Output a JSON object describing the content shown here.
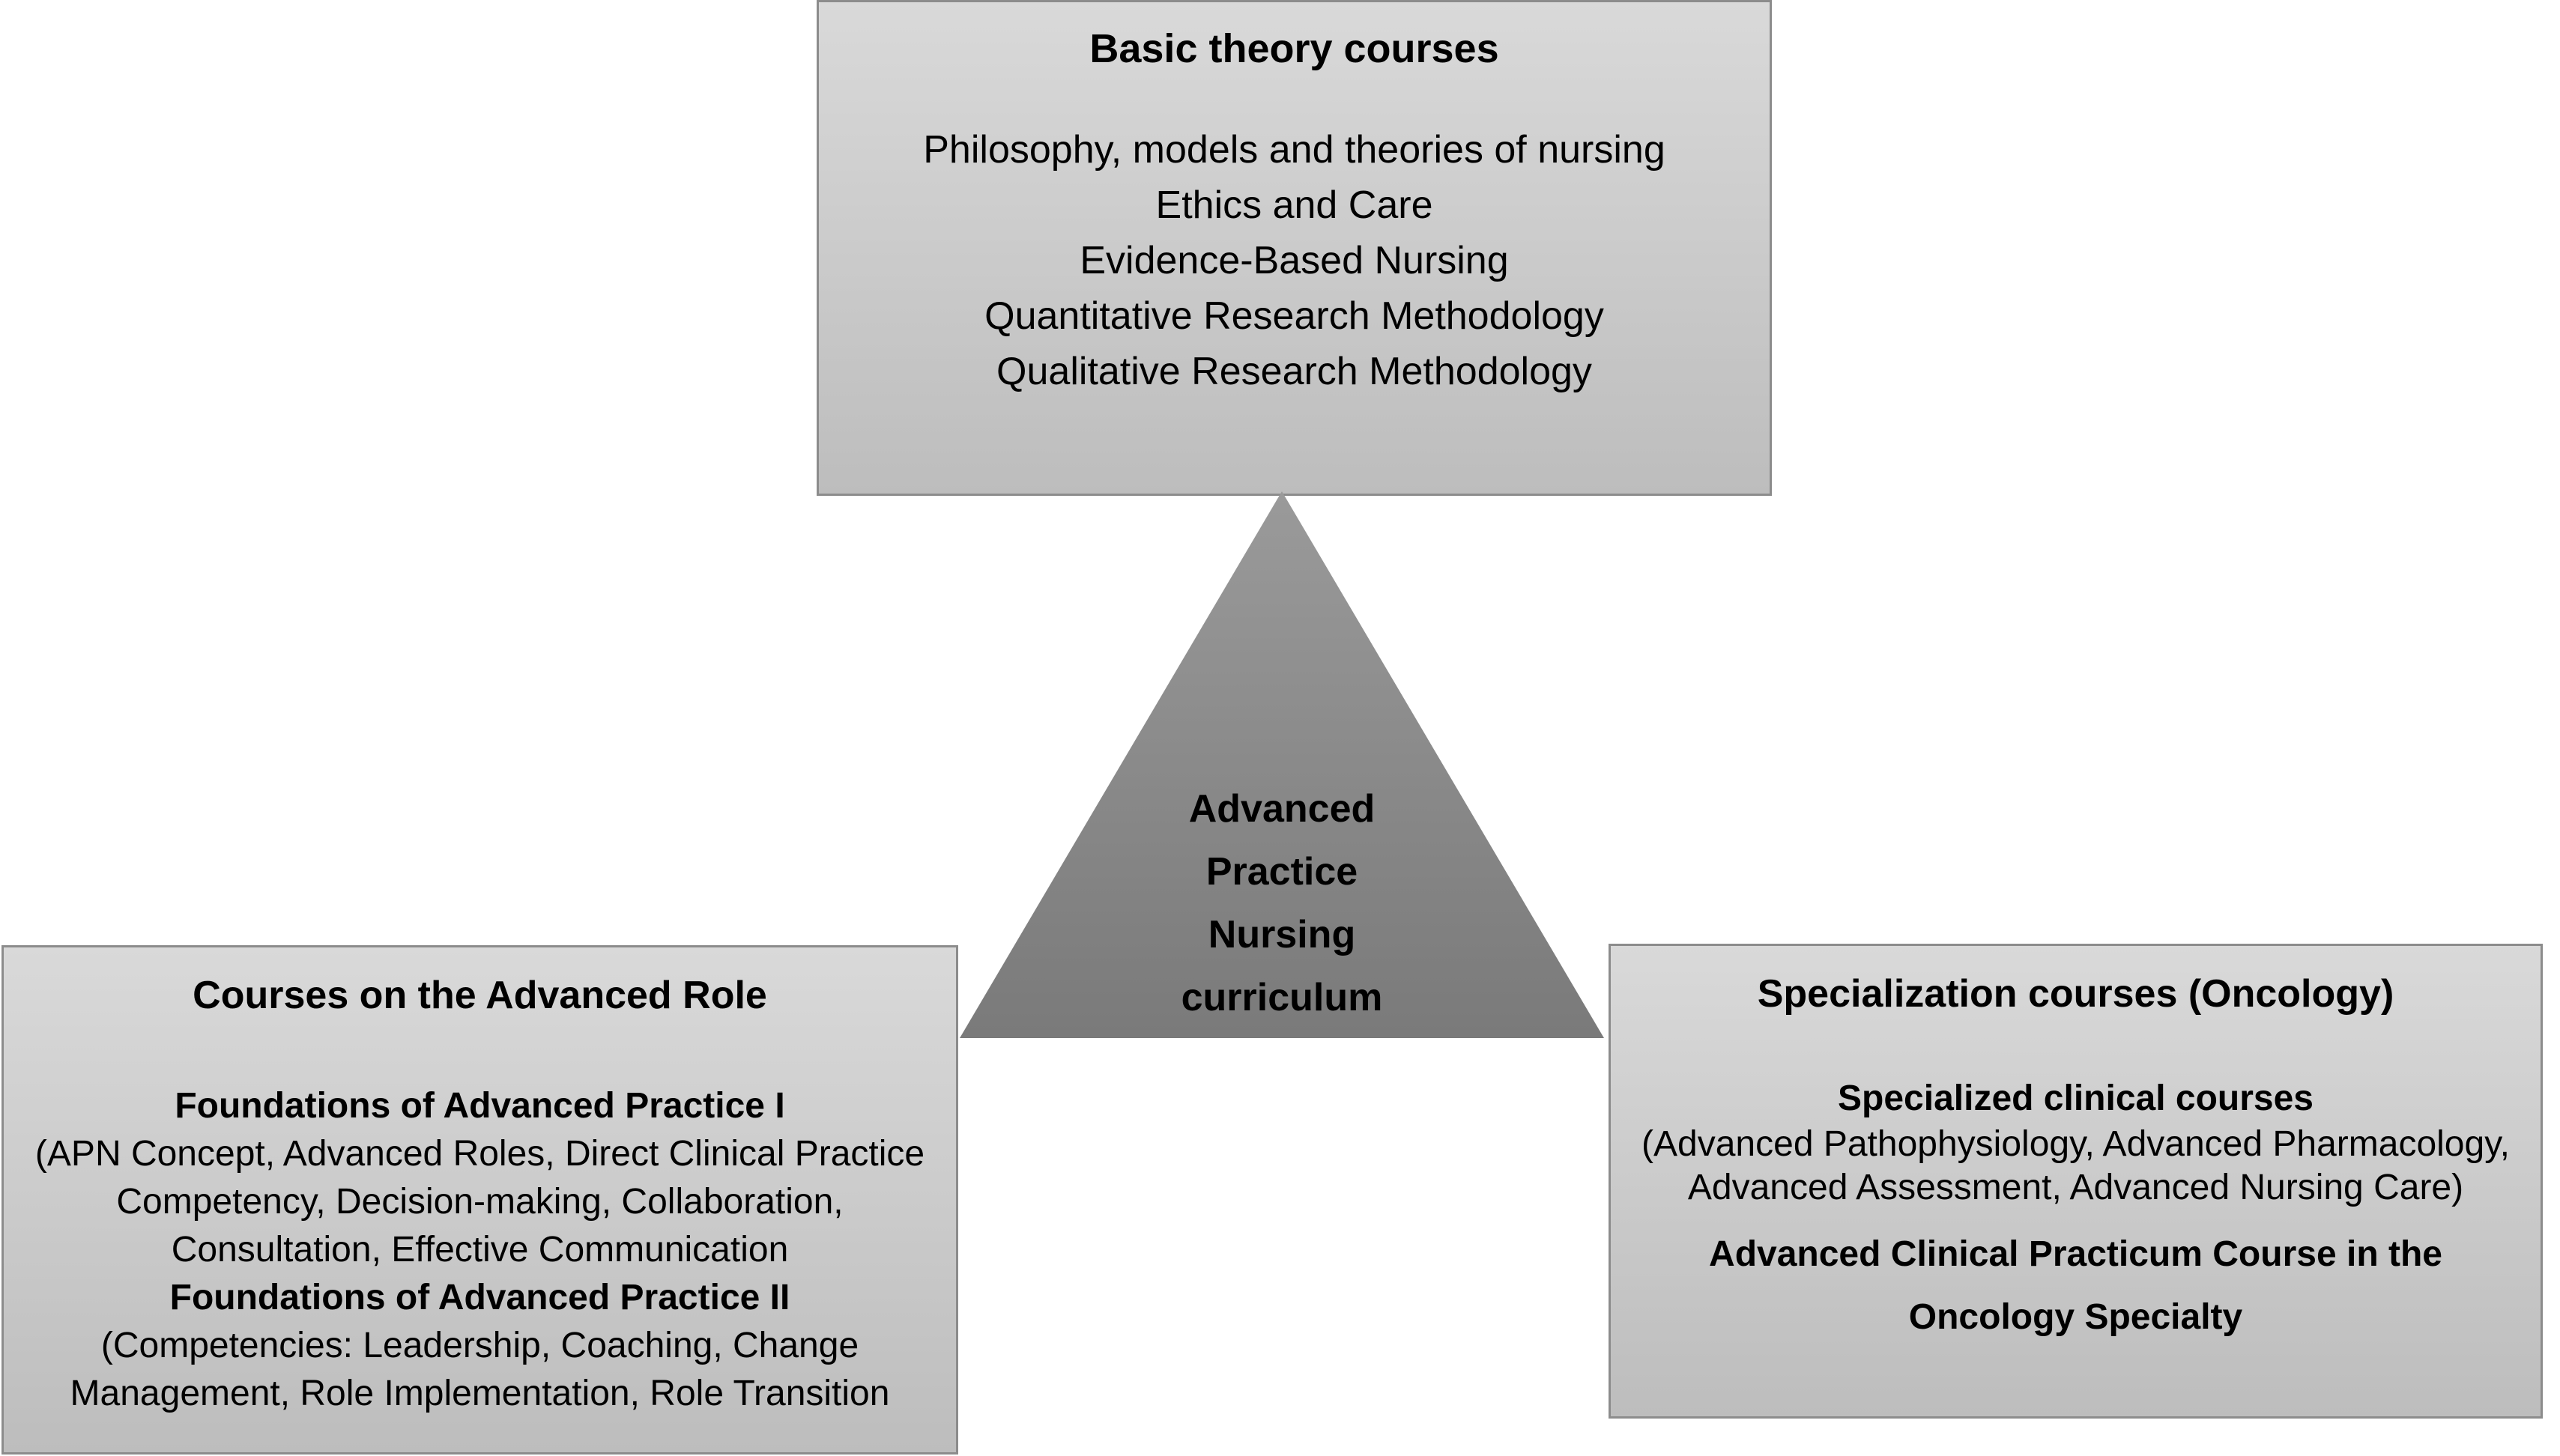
{
  "colors": {
    "box_fill_top": "#d9d9d9",
    "box_fill_bottom": "#bdbdbd",
    "box_border": "#8c8c8c",
    "triangle_fill_top": "#9a9a9a",
    "triangle_fill_bottom": "#7a7a7a",
    "text": "#000000"
  },
  "center": {
    "line1": "Advanced",
    "line2": "Practice",
    "line3": "Nursing",
    "line4": "curriculum"
  },
  "top_box": {
    "title": "Basic theory courses",
    "courses": [
      "Philosophy, models and theories of nursing",
      "Ethics and Care",
      "Evidence-Based Nursing",
      "Quantitative Research Methodology",
      "Qualitative Research Methodology"
    ]
  },
  "left_box": {
    "title": "Courses on the Advanced Role",
    "sections": [
      {
        "heading": "Foundations of Advanced Practice I",
        "body": "(APN Concept, Advanced Roles, Direct Clinical Practice Competency, Decision-making, Collaboration, Consultation, Effective Communication"
      },
      {
        "heading": "Foundations of Advanced Practice II",
        "body": "(Competencies: Leadership, Coaching, Change Management, Role Implementation, Role Transition"
      }
    ]
  },
  "right_box": {
    "title": "Specialization courses (Oncology)",
    "clinical_heading": "Specialized clinical courses",
    "clinical_body": "(Advanced Pathophysiology, Advanced Pharmacology, Advanced Assessment, Advanced Nursing Care)",
    "practicum_heading": "Advanced Clinical Practicum Course in the Oncology Specialty"
  }
}
